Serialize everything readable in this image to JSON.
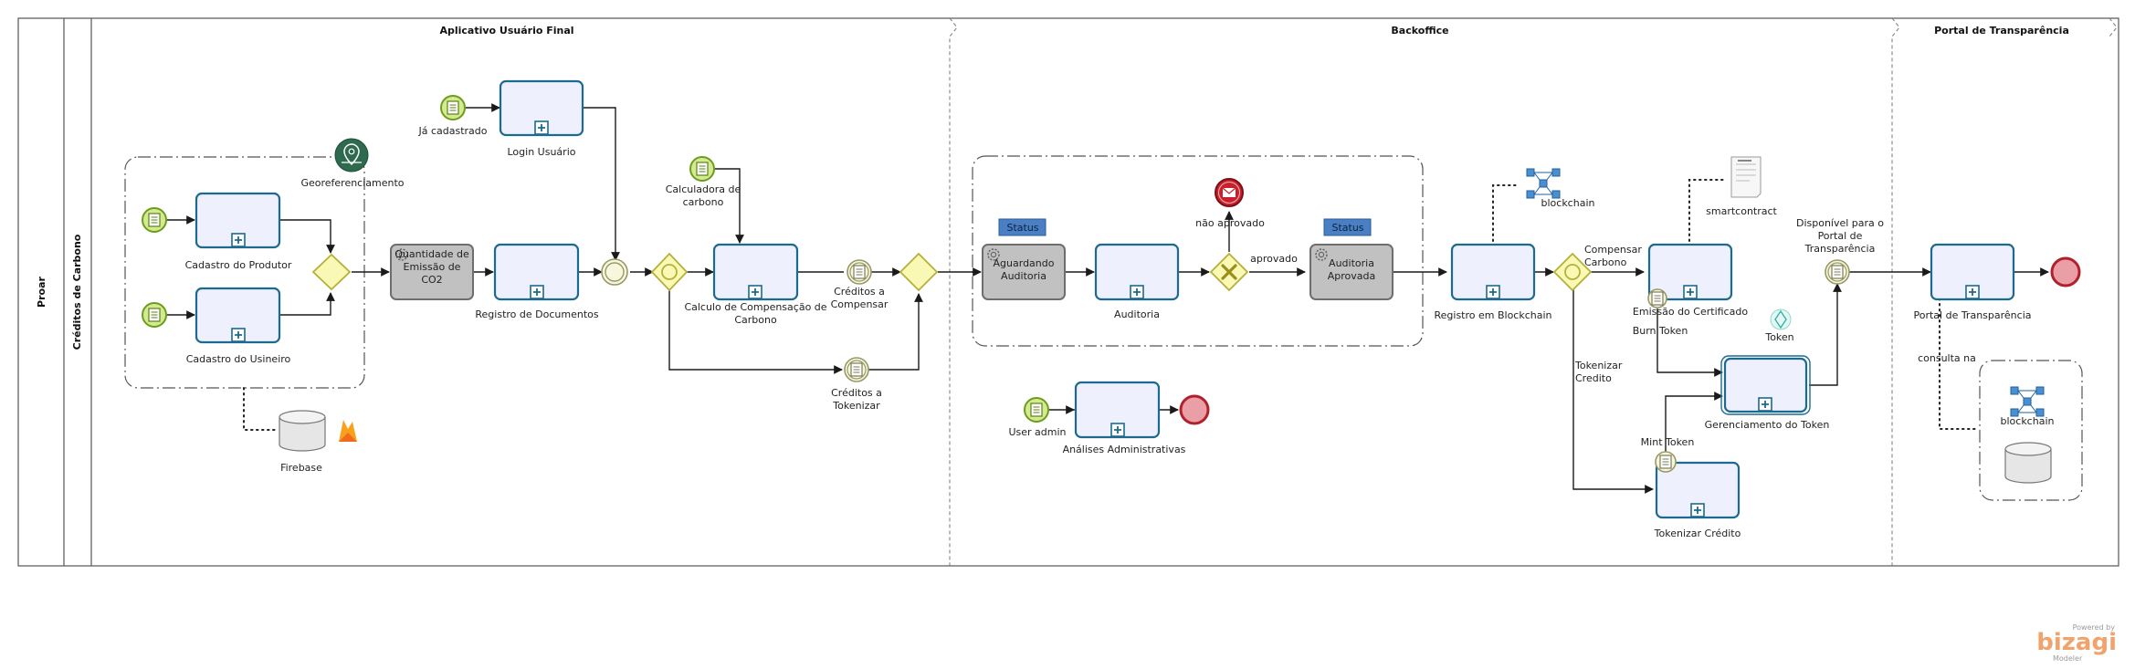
{
  "pool": {
    "name": "Proar",
    "lane": "Créditos de Carbono"
  },
  "phases": [
    "Aplicativo Usuário Final",
    "Backoffice",
    "Portal de Transparência"
  ],
  "tasks": {
    "cadastro_produtor": "Cadastro do Produtor",
    "cadastro_usineiro": "Cadastro do Usineiro",
    "quantidade_emissao": "Quantidade de Emissão de CO2",
    "registro_documentos": "Registro de Documentos",
    "login_usuario": "Login Usuário",
    "calculo_compensacao": "Calculo de Compensação de Carbono",
    "aguardando_auditoria": "Aguardando Auditoria",
    "auditoria": "Auditoria",
    "auditoria_aprovada": "Auditoria Aprovada",
    "analises_admin": "Análises Administrativas",
    "registro_blockchain": "Registro em Blockchain",
    "emissao_certificado": "Emissão do Certificado",
    "gerenciamento_token": "Gerenciamento do Token",
    "tokenizar_credito": "Tokenizar Crédito",
    "portal_transparencia": "Portal de Transparência"
  },
  "events": {
    "ja_cadastrado": "Já cadastrado",
    "calculadora": "Calculadora de carbono",
    "creditos_compensar": "Créditos a Compensar",
    "creditos_tokenizar": "Créditos a Tokenizar",
    "user_admin": "User admin",
    "burn_token": "Burn Token",
    "mint_token": "Mint Token",
    "disponivel_portal": "Disponível para o Portal de Transparência"
  },
  "flows": {
    "nao_aprovado": "não aprovado",
    "aprovado": "aprovado",
    "compensar_carbono": "Compensar Carbono",
    "tokenizar_credito": "Tokenizar Credito",
    "consulta_na": "consulta na"
  },
  "artifacts": {
    "georeferenciamento": "Georeferenciamento",
    "firebase": "Firebase",
    "blockchain_top": "blockchain",
    "smartcontract": "smartcontract",
    "token": "Token",
    "blockchain_portal": "blockchain",
    "status_1": "Status",
    "status_2": "Status"
  },
  "branding": {
    "powered_by": "Powered by",
    "name": "bizagi",
    "product": "Modeler"
  },
  "colors": {
    "task_fill": "#eef0fd",
    "task_stroke": "#1d6a8f",
    "start": "#d5ea8f",
    "end": "#ea9ea6",
    "gateway": "#f9f8b5",
    "status_badge": "#4a7fc4",
    "logo": "#f2a36b"
  }
}
